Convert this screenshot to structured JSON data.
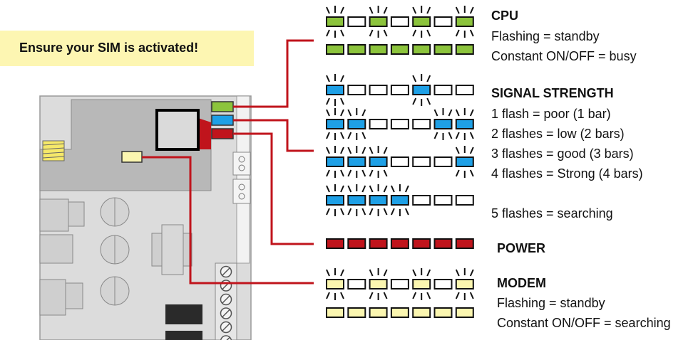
{
  "notice": {
    "text": "Ensure your SIM is activated!",
    "background": "#fdf6b2"
  },
  "colors": {
    "cpu": "#8cc43c",
    "signal": "#1ea0e6",
    "power": "#c0141c",
    "modem": "#fbf6b0",
    "wire": "#c0141c",
    "board": "#dcdcdc",
    "board_dark": "#b8b8b8"
  },
  "sections": {
    "cpu": {
      "title": "CPU",
      "lines": [
        "Flashing = standby",
        "Constant ON/OFF = busy"
      ]
    },
    "signal": {
      "title": "SIGNAL STRENGTH",
      "lines": [
        "1 flash = poor (1 bar)",
        "2 flashes = low (2 bars)",
        "3 flashes = good (3 bars)",
        "4 flashes = Strong (4 bars)",
        "5 flashes = searching"
      ]
    },
    "power": {
      "title": "POWER"
    },
    "modem": {
      "title": "MODEM",
      "lines": [
        "Flashing = standby",
        "Constant ON/OFF = searching"
      ]
    }
  },
  "icons": [
    "led-rays-icon",
    "screw-terminal-icon",
    "capacitor-icon"
  ]
}
